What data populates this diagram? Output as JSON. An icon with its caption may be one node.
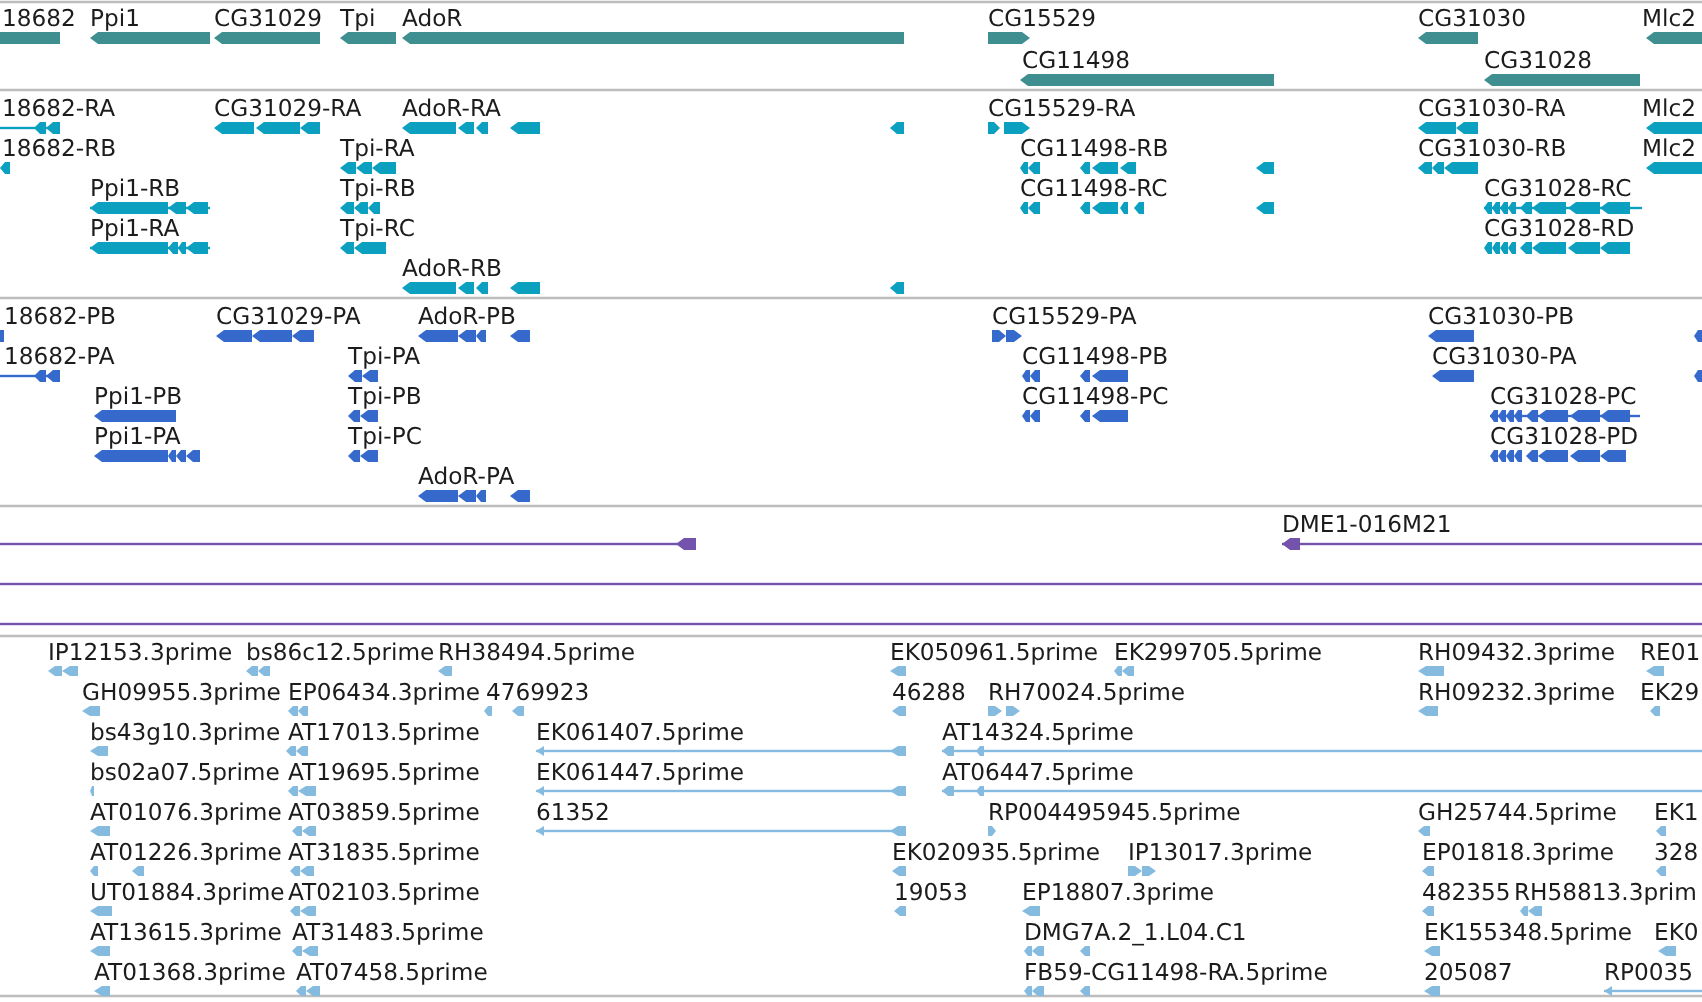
{
  "diagram": {
    "labels": [
      "18682",
      "Ppi1",
      "CG31029",
      "Tpi",
      "AdoR",
      "CG15529",
      "CG31030",
      "Mlc2",
      "CG11498",
      "CG31028",
      "18682-RA",
      "CG31029-RA",
      "AdoR-RA",
      "CG15529-RA",
      "CG31030-RA",
      "Mlc2",
      "18682-RB",
      "Tpi-RA",
      "CG11498-RB",
      "CG31030-RB",
      "Mlc2",
      "Ppi1-RB",
      "Tpi-RB",
      "CG11498-RC",
      "CG31028-RC",
      "Ppi1-RA",
      "Tpi-RC",
      "CG31028-RD",
      "AdoR-RB",
      "18682-PB",
      "CG31029-PA",
      "AdoR-PB",
      "CG15529-PA",
      "CG31030-PB",
      "18682-PA",
      "Tpi-PA",
      "CG11498-PB",
      "CG31030-PA",
      "Ppi1-PB",
      "Tpi-PB",
      "CG11498-PC",
      "CG31028-PC",
      "Ppi1-PA",
      "Tpi-PC",
      "CG31028-PD",
      "AdoR-PA",
      "DME1-016M21",
      "IP12153.3prime",
      "bs86c12.5prime",
      "RH38494.5prime",
      "EK050961.5prime",
      "EK299705.5prime",
      "RH09432.3prime",
      "RE01",
      "GH09955.3prime",
      "EP06434.3prime",
      "4769923",
      "46288",
      "RH70024.5prime",
      "RH09232.3prime",
      "EK29",
      "bs43g10.3prime",
      "AT17013.5prime",
      "EK061407.5prime",
      "AT14324.5prime",
      "bs02a07.5prime",
      "AT19695.5prime",
      "EK061447.5prime",
      "AT06447.5prime",
      "AT01076.3prime",
      "AT03859.5prime",
      "61352",
      "RP004495945.5prime",
      "GH25744.5prime",
      "EK1",
      "AT01226.3prime",
      "AT31835.5prime",
      "EK020935.5prime",
      "IP13017.3prime",
      "EP01818.3prime",
      "328",
      "UT01884.3prime",
      "AT02103.5prime",
      "19053",
      "EP18807.3prime",
      "482355",
      "RH58813.3prim",
      "AT13615.3prime",
      "AT31483.5prime",
      "DMG7A.2_1.L04.C1",
      "EK155348.5prime",
      "EK0",
      "AT01368.3prime",
      "AT07458.5prime",
      "FB59-CG11498-RA.5prime",
      "205087",
      "RP0035"
    ]
  }
}
